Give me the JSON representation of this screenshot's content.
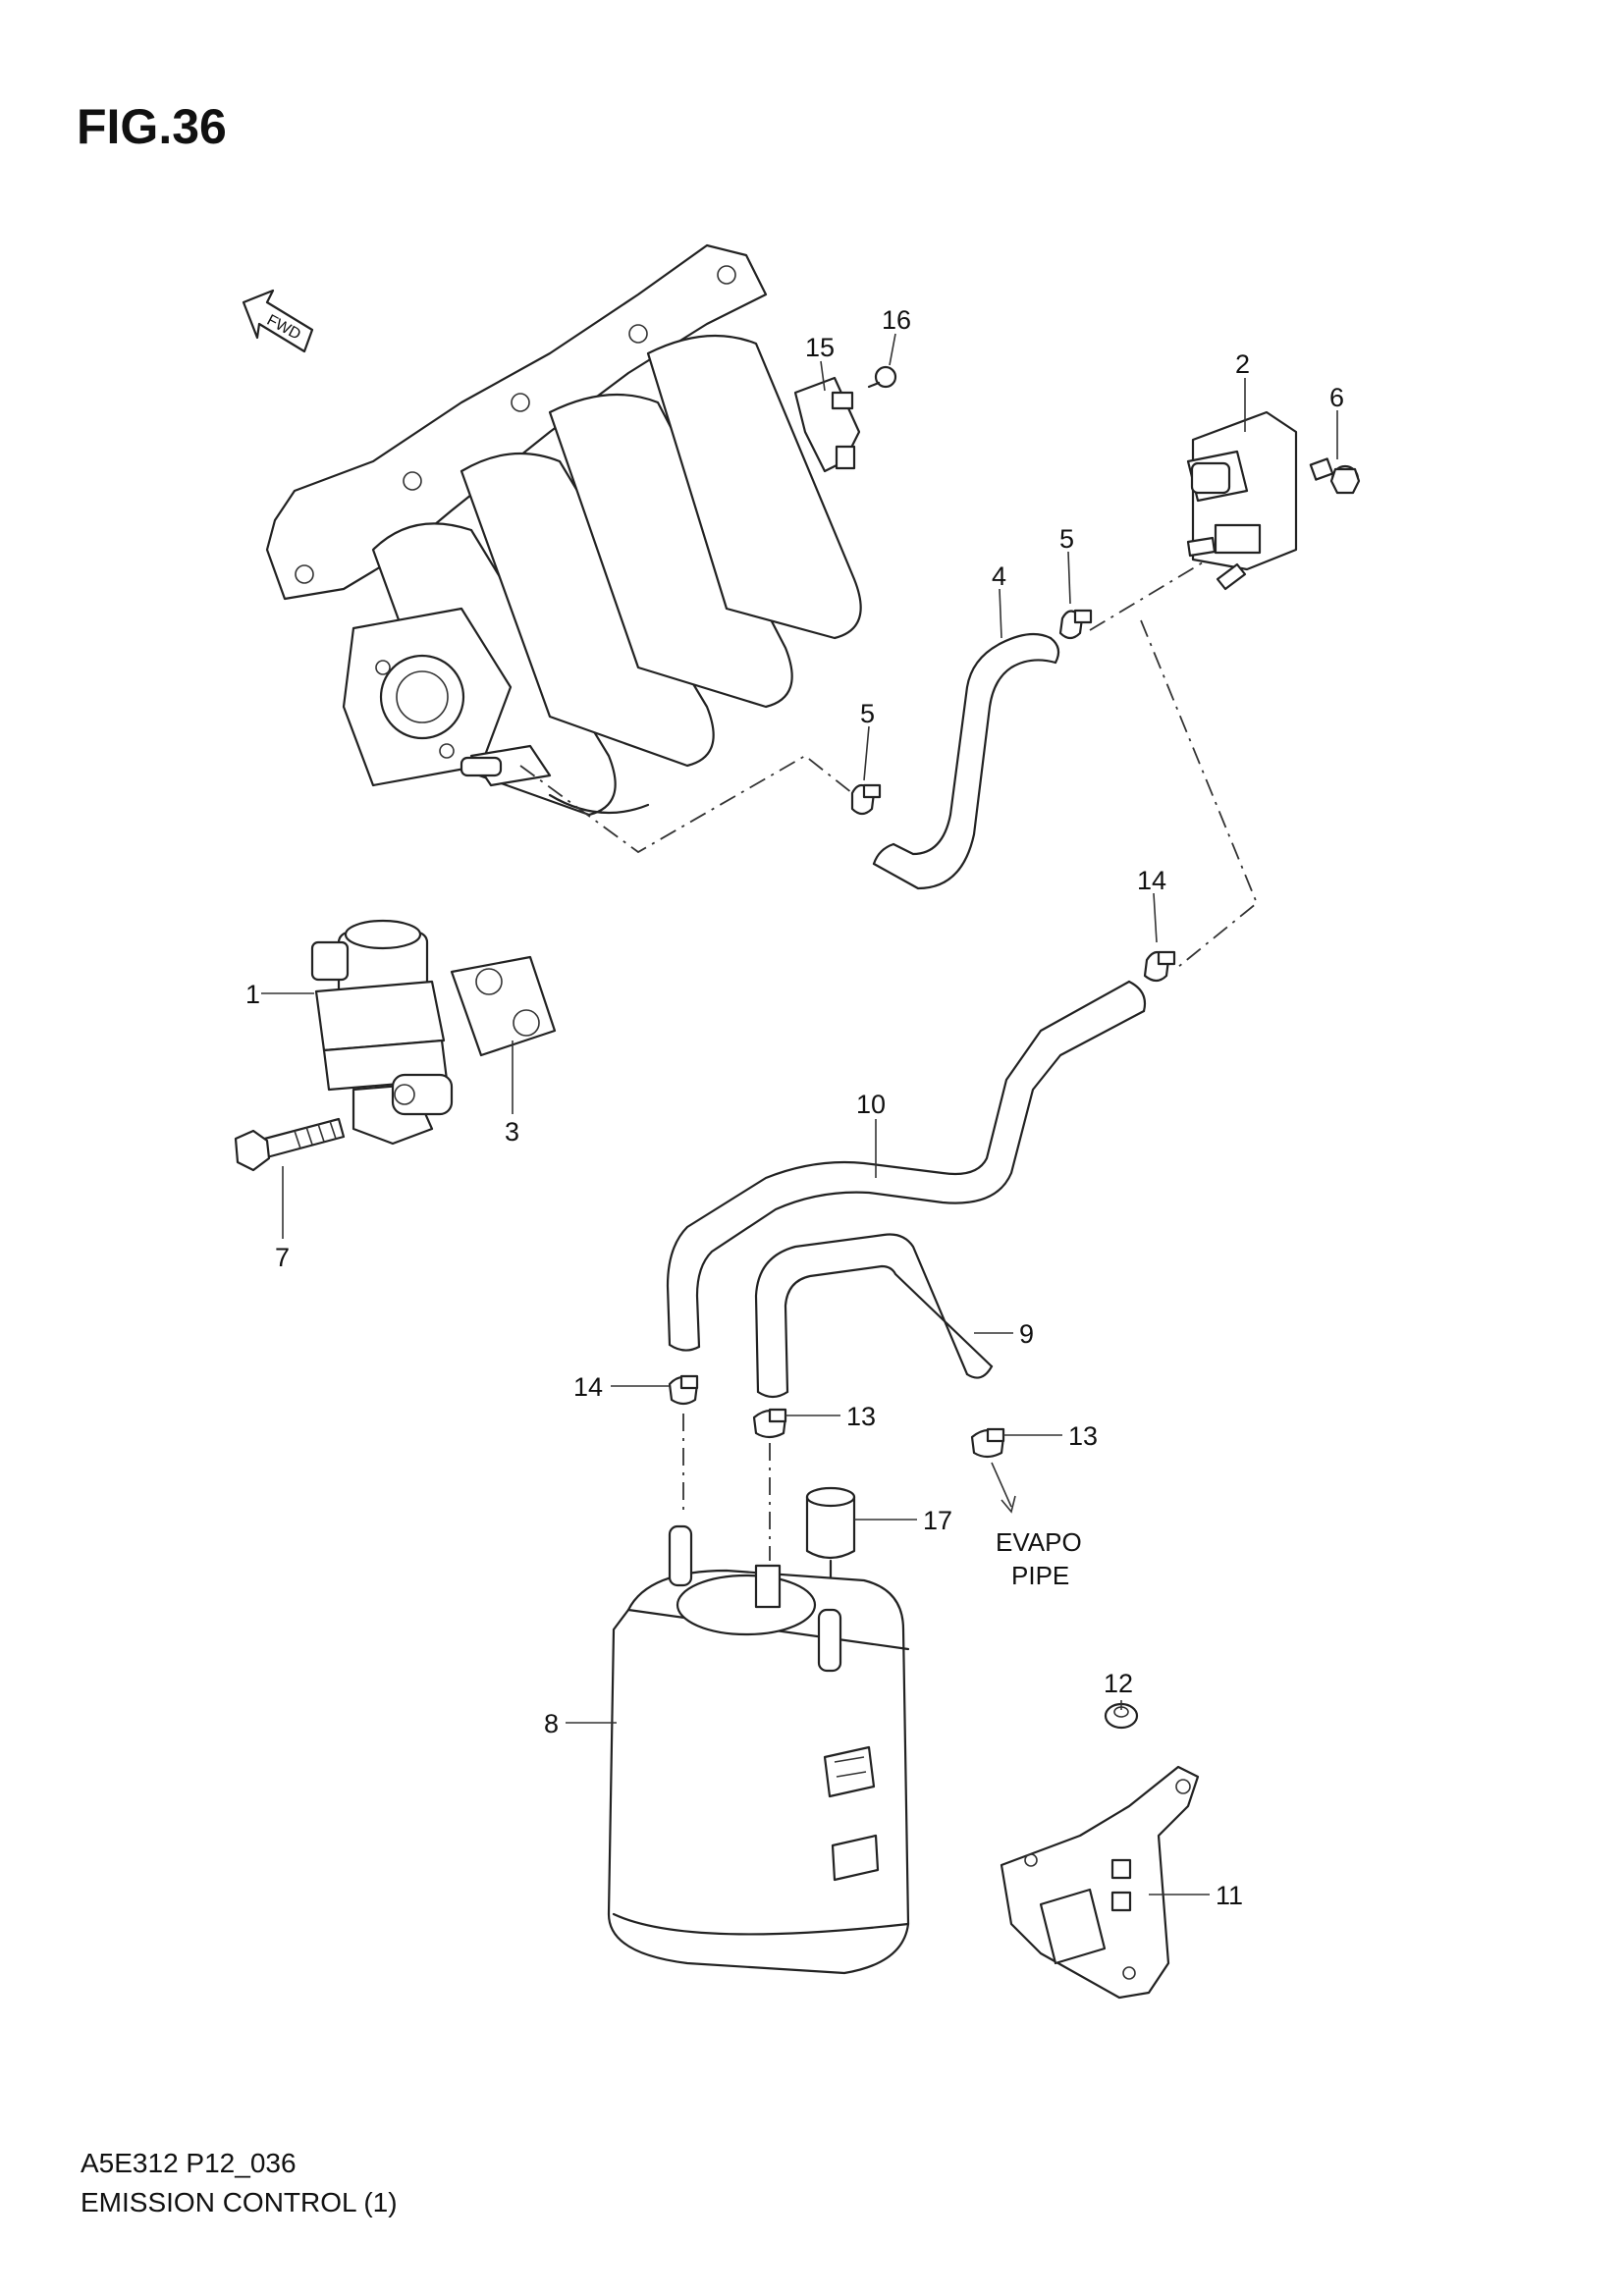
{
  "figure": {
    "title": "FIG.36",
    "code": "A5E312 P12_036",
    "name": "EMISSION CONTROL (1)",
    "fwd_label": "FWD"
  },
  "callouts": {
    "c1": "1",
    "c2": "2",
    "c3": "3",
    "c4": "4",
    "c5a": "5",
    "c5b": "5",
    "c6": "6",
    "c7": "7",
    "c8": "8",
    "c9": "9",
    "c10": "10",
    "c11": "11",
    "c12": "12",
    "c13a": "13",
    "c13b": "13",
    "c14a": "14",
    "c14b": "14",
    "c15": "15",
    "c16": "16",
    "c17": "17"
  },
  "annotations": {
    "evapo_line1": "EVAPO",
    "evapo_line2": "PIPE"
  }
}
